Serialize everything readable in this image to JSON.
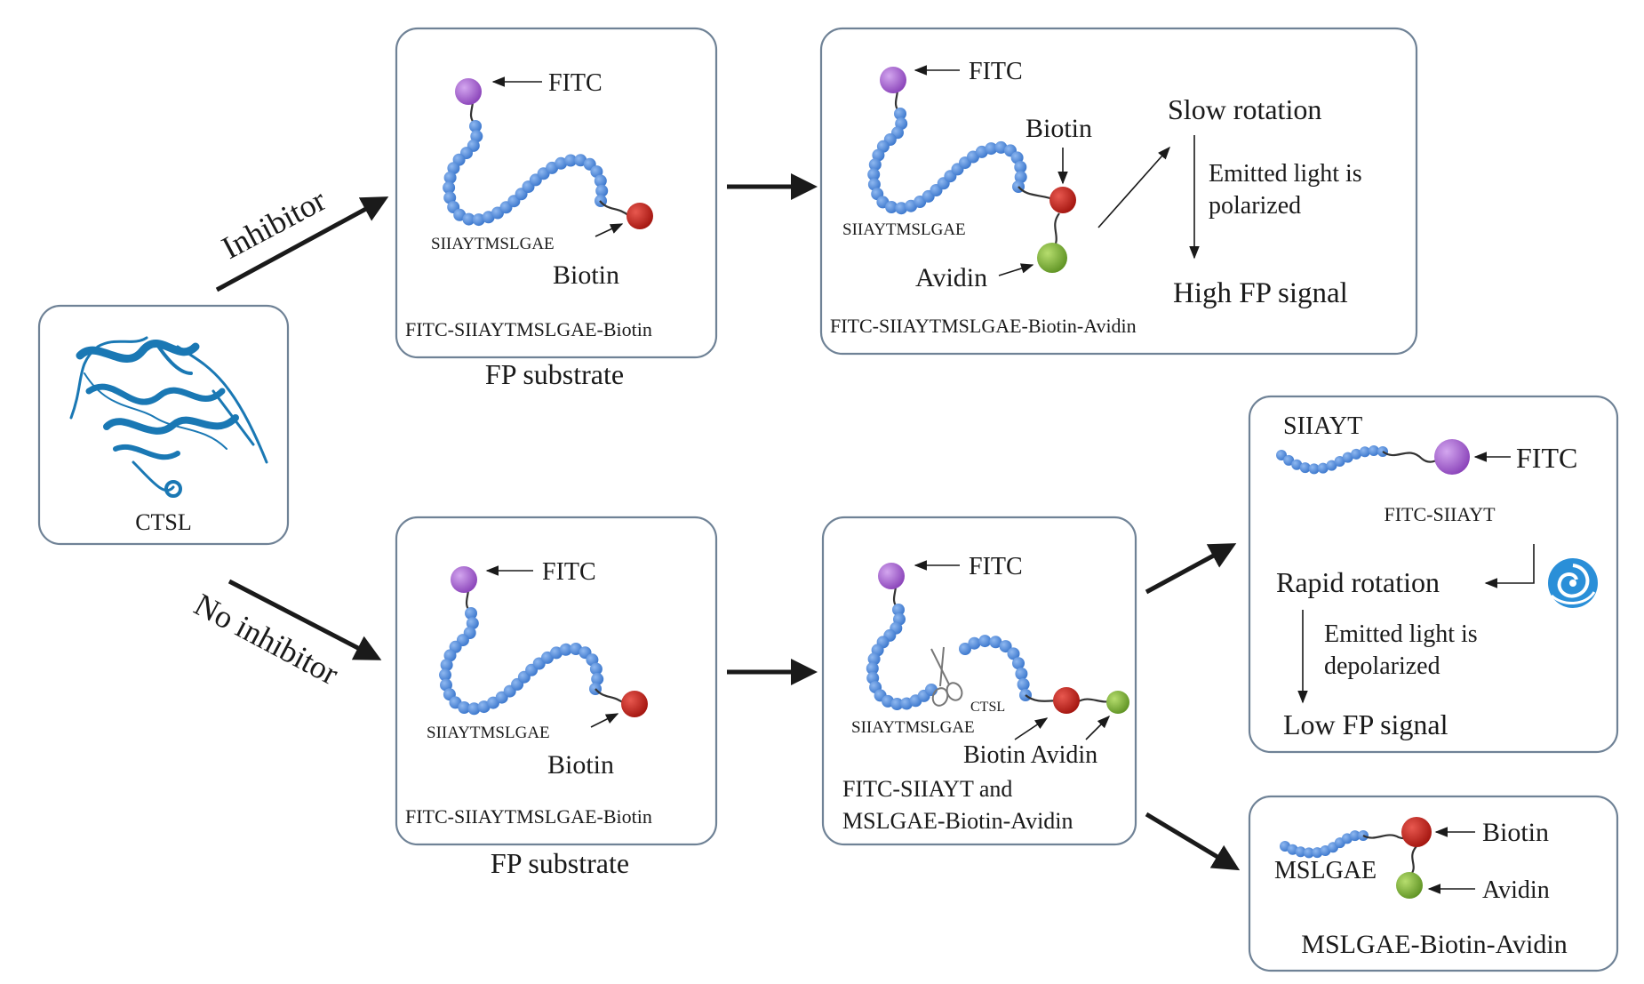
{
  "labels": {
    "inhibitor": "Inhibitor",
    "no_inhibitor": "No inhibitor",
    "ctsl": "CTSL",
    "ctsl_small": "CTSL",
    "fitc": "FITC",
    "biotin": "Biotin",
    "avidin": "Avidin",
    "biotin_avidin": "Biotin Avidin",
    "sequence": "SIIAYTMSLGAE",
    "fp_substrate": "FP substrate",
    "substrate_name": "FITC-SIIAYTMSLGAE-Biotin",
    "complex_name": "FITC-SIIAYTMSLGAE-Biotin-Avidin",
    "slow_rotation": "Slow rotation",
    "emitted_polarized_1": "Emitted light is",
    "emitted_polarized_2": "polarized",
    "high_fp": "High FP signal",
    "cleaved_line1": "FITC-SIIAYT and",
    "cleaved_line2": "MSLGAE-Biotin-Avidin",
    "fragment1_seq": "SIIAYT",
    "fragment1_name": "FITC-SIIAYT",
    "rapid_rotation": "Rapid rotation",
    "emitted_depolarized_1": "Emitted light is",
    "emitted_depolarized_2": "depolarized",
    "low_fp": "Low FP signal",
    "fragment2_seq": "MSLGAE",
    "fragment2_name": "MSLGAE-Biotin-Avidin"
  },
  "colors": {
    "fitc": "#9b59c9",
    "biotin": "#c0201b",
    "avidin": "#7fb536",
    "bead": "#4a86d8",
    "protein": "#1a78b4",
    "box_border": "#6f8296"
  },
  "icons": {
    "protein": "ctsl-protein-ribbon-icon",
    "scissors": "scissors-icon",
    "rotation": "swirl-rotation-icon"
  }
}
